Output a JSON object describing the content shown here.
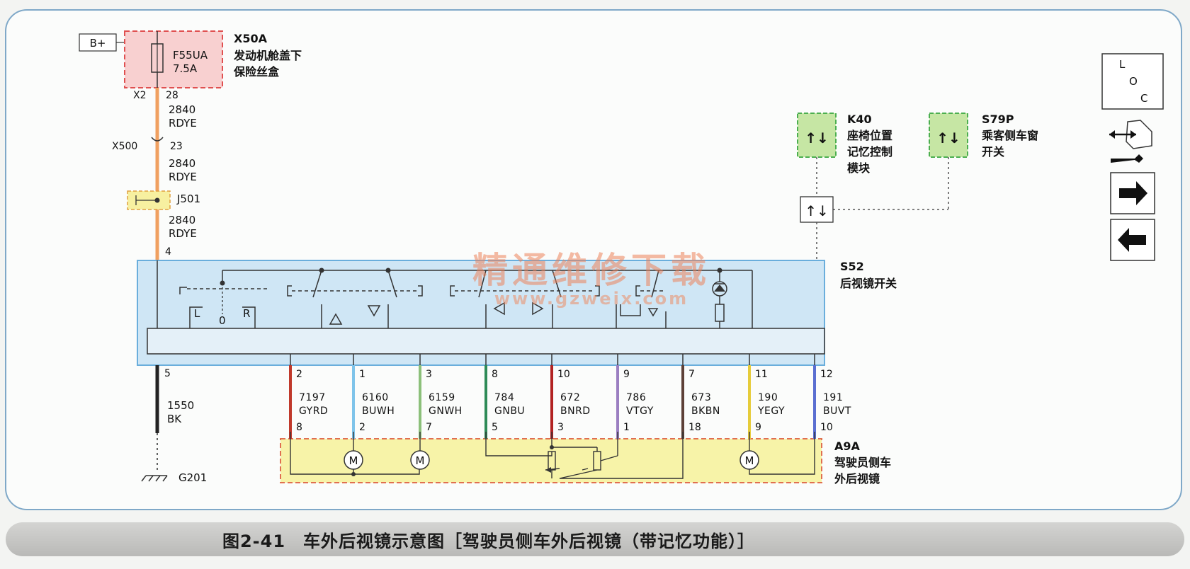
{
  "power": {
    "supply_label": "B+",
    "fuse_name": "F55UA",
    "fuse_rating": "7.5A",
    "fusebox_code": "X50A",
    "fusebox_name_line1": "发动机舱盖下",
    "fusebox_name_line2": "保险丝盒",
    "conn_x2": "X2",
    "pin_28": "28",
    "wire1_no": "2840",
    "wire1_color": "RDYE",
    "conn_x500": "X500",
    "pin_23": "23",
    "wire2_no": "2840",
    "wire2_color": "RDYE",
    "splice": "J501",
    "wire3_no": "2840",
    "wire3_color": "RDYE",
    "pin_4": "4"
  },
  "modules": {
    "k40_code": "K40",
    "k40_line1": "座椅位置",
    "k40_line2": "记忆控制",
    "k40_line3": "模块",
    "s79p_code": "S79P",
    "s79p_line1": "乘客侧车窗",
    "s79p_line2": "开关"
  },
  "switch": {
    "code": "S52",
    "name": "后视镜开关",
    "pos_left": "L",
    "pos_center": "0",
    "pos_right": "R"
  },
  "ground": {
    "pin": "5",
    "wire_no": "1550",
    "wire_color": "BK",
    "ground_label": "G201"
  },
  "wires": [
    {
      "top_pin": "2",
      "number": "7197",
      "color_code": "GYRD",
      "bottom_pin": "8",
      "stroke": "#c0392b"
    },
    {
      "top_pin": "1",
      "number": "6160",
      "color_code": "BUWH",
      "bottom_pin": "2",
      "stroke": "#7fc4ea"
    },
    {
      "top_pin": "3",
      "number": "6159",
      "color_code": "GNWH",
      "bottom_pin": "7",
      "stroke": "#8cc07a"
    },
    {
      "top_pin": "8",
      "number": "784",
      "color_code": "GNBU",
      "bottom_pin": "5",
      "stroke": "#2e8b57"
    },
    {
      "top_pin": "10",
      "number": "672",
      "color_code": "BNRD",
      "bottom_pin": "3",
      "stroke": "#b22222"
    },
    {
      "top_pin": "9",
      "number": "786",
      "color_code": "VTGY",
      "bottom_pin": "1",
      "stroke": "#9b7fc1"
    },
    {
      "top_pin": "7",
      "number": "673",
      "color_code": "BKBN",
      "bottom_pin": "18",
      "stroke": "#5d4037"
    },
    {
      "top_pin": "11",
      "number": "190",
      "color_code": "YEGY",
      "bottom_pin": "9",
      "stroke": "#e6cc3a"
    },
    {
      "top_pin": "12",
      "number": "191",
      "color_code": "BUVT",
      "bottom_pin": "10",
      "stroke": "#5b6fd1"
    }
  ],
  "mirror": {
    "code": "A9A",
    "line1": "驾驶员侧车",
    "line2": "外后视镜",
    "motor_symbol": "M"
  },
  "legend": {
    "loc_l": "L",
    "loc_o": "O",
    "loc_c": "C"
  },
  "watermark": {
    "chinese": "精通维修下载",
    "url": "www.gzweix.com"
  },
  "caption": "图2-41　车外后视镜示意图［驾驶员侧车外后视镜（带记忆功能）］",
  "colors": {
    "power_wire": "#f0a060",
    "switch_fill": "#cfe6f5",
    "switch_border": "#6aaedc",
    "fusebox_fill": "#f8d0d0",
    "fusebox_border": "#e05050",
    "module_fill": "#c6e6a4",
    "module_border": "#4caf50",
    "mirror_fill": "#f7f3a8",
    "mirror_border": "#e07050"
  }
}
